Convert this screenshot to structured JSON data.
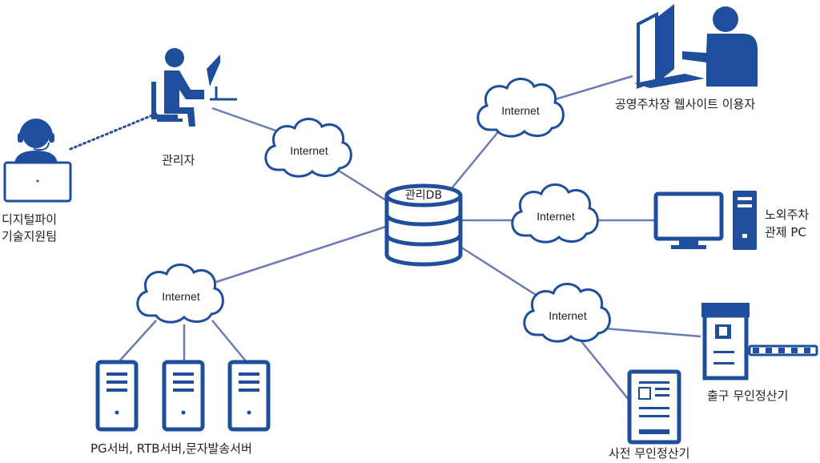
{
  "colors": {
    "primary": "#1f4e9c",
    "line": "#6b7cb3",
    "dots": "#2a4c9c"
  },
  "db": {
    "label": "관리DB"
  },
  "clouds": {
    "admin": "Internet",
    "website": "Internet",
    "offsite": "Internet",
    "kiosk": "Internet",
    "servers": "Internet"
  },
  "nodes": {
    "support": {
      "line1": "디지털파이",
      "line2": "기술지원팀",
      "icon": "headset-agent-icon"
    },
    "admin": {
      "label": "관리자",
      "icon": "desk-worker-icon"
    },
    "website_user": {
      "label": "공영주차장 웹사이트 이용자",
      "icon": "computer-user-icon"
    },
    "offsite_pc": {
      "line1": "노외주차",
      "line2": "관제 PC",
      "icon": "desktop-pc-icon"
    },
    "exit_kiosk": {
      "label": "출구 무인정산기",
      "icon": "parking-gate-kiosk-icon"
    },
    "pre_kiosk": {
      "label": "사전 무인정산기",
      "icon": "payment-kiosk-icon"
    },
    "servers": {
      "label": "PG서버, RTB서버,문자발송서버",
      "icon": "server-tower-icon"
    }
  }
}
